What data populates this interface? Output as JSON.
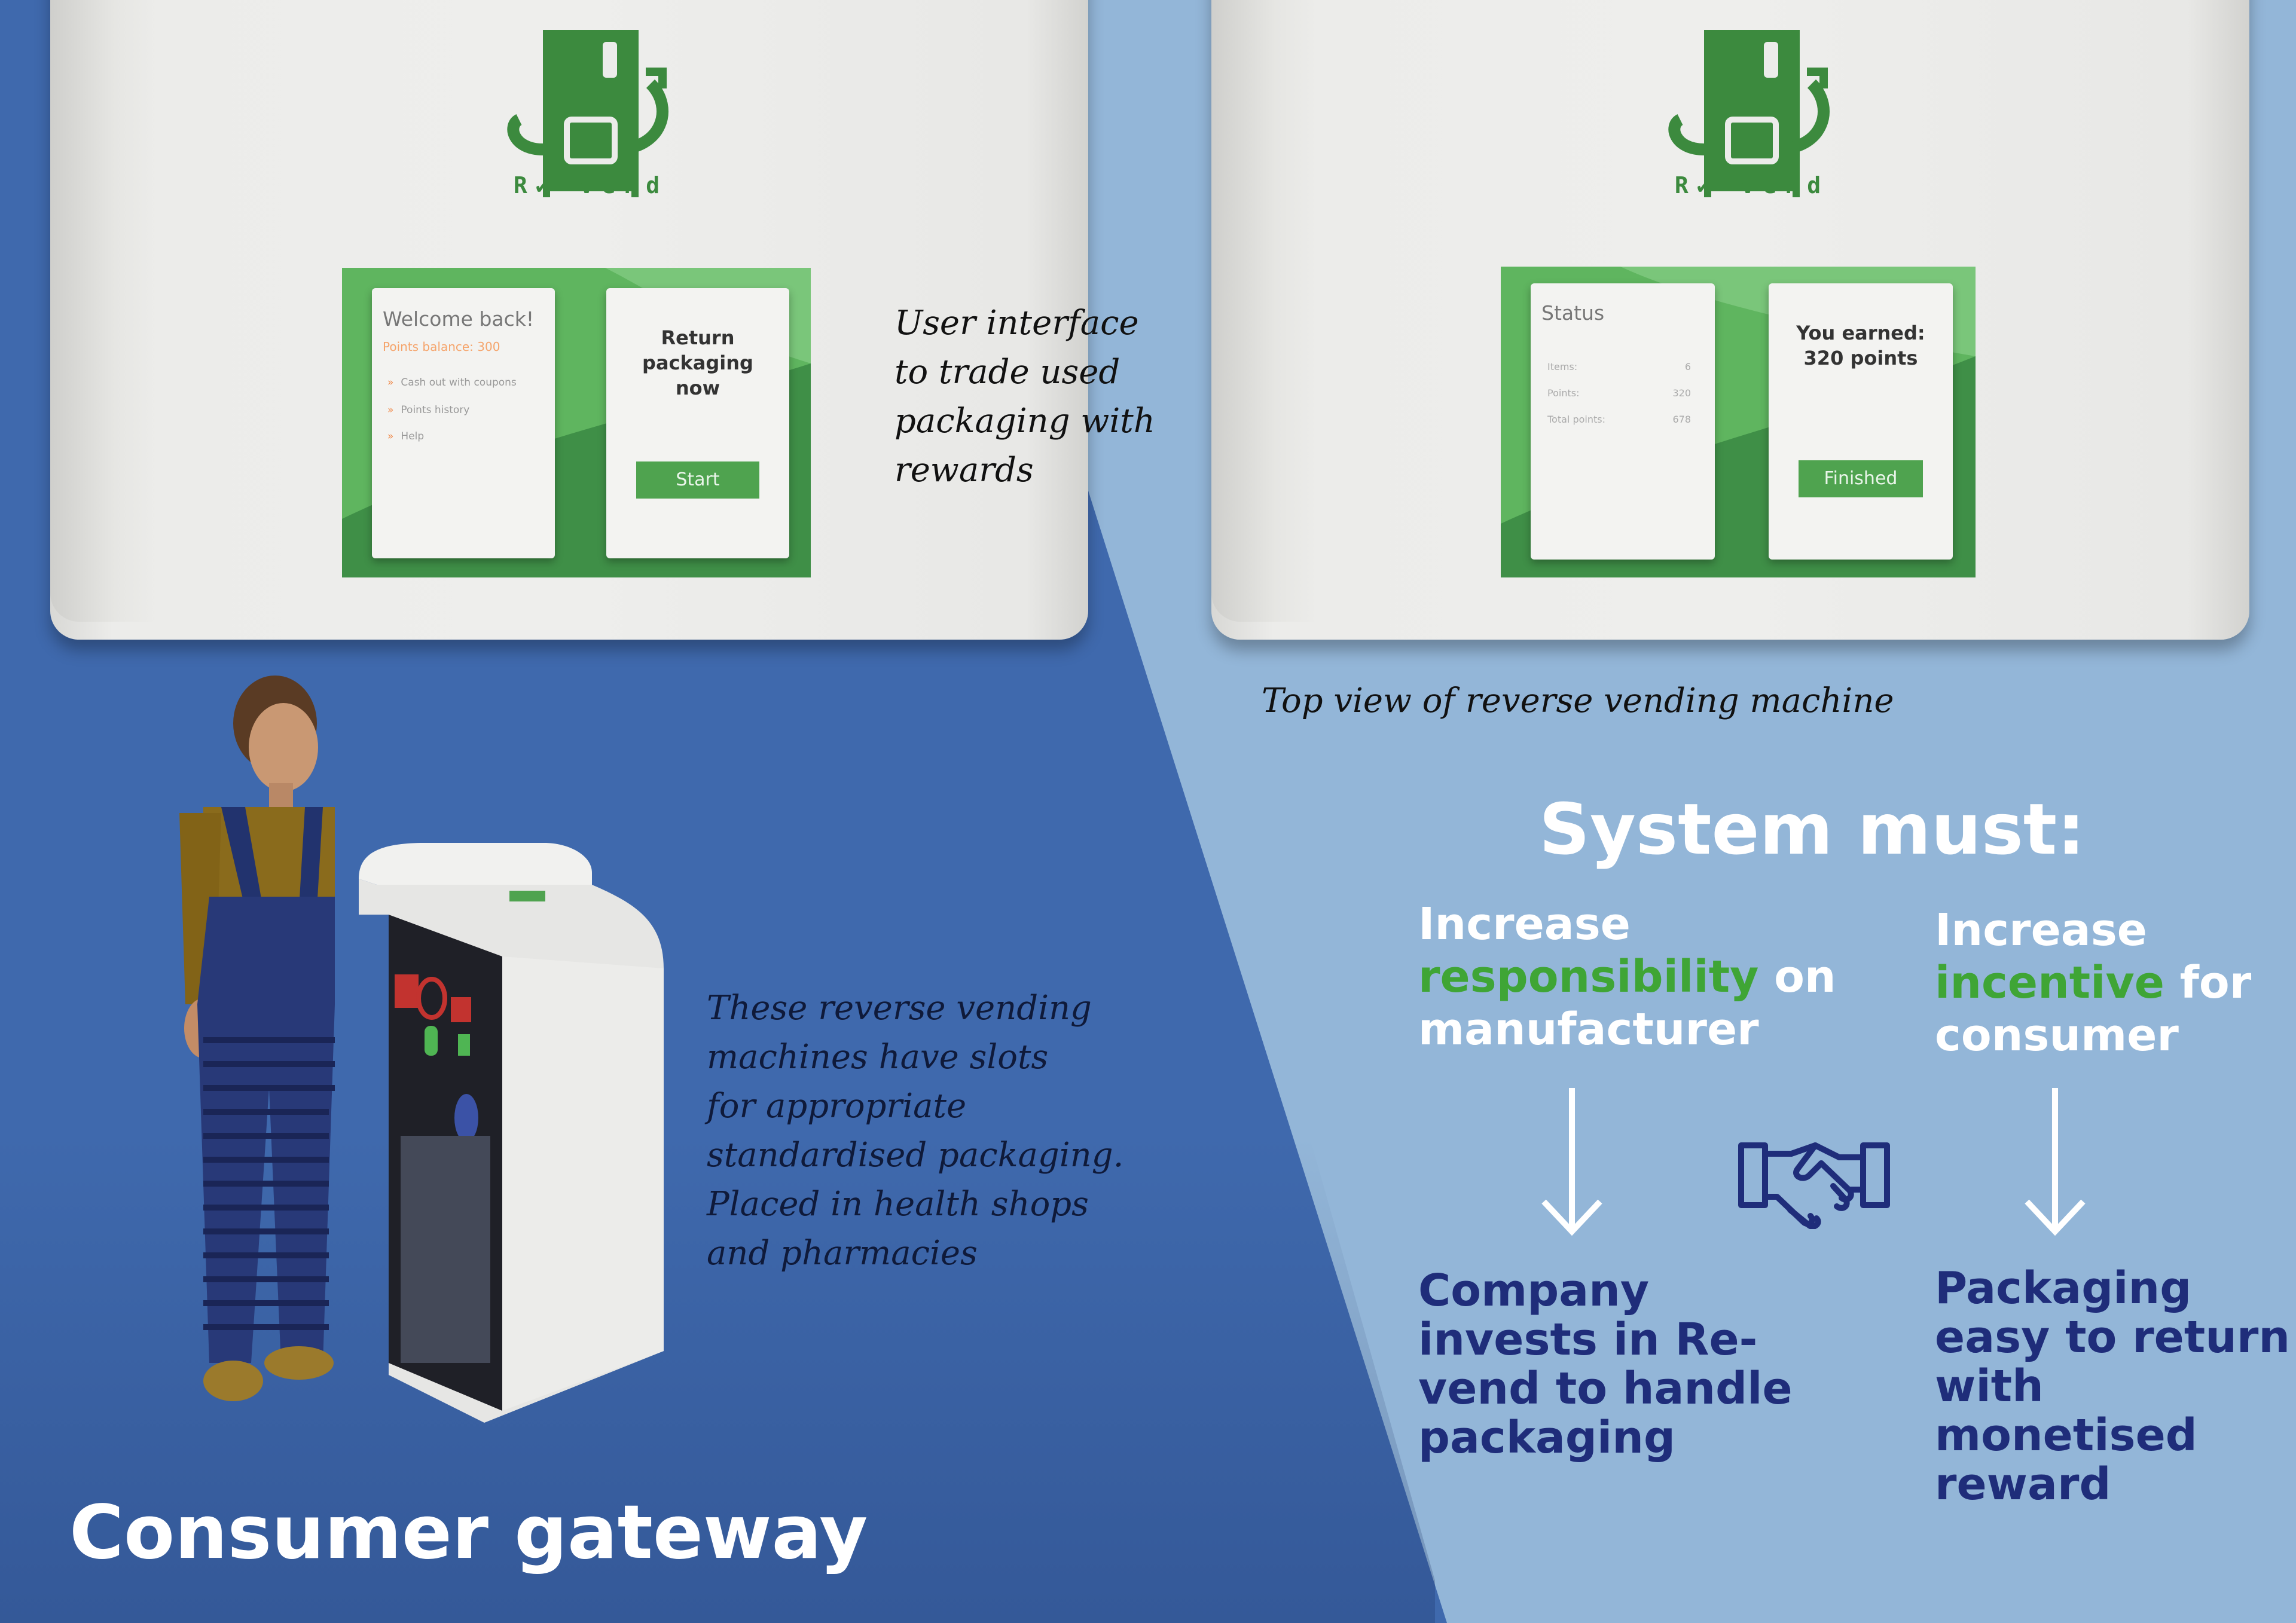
{
  "brand": {
    "logo_text": "R✔-vend",
    "logo_color": "#3c8a3e"
  },
  "screen_left": {
    "welcome_card": {
      "title": "Welcome back!",
      "balance": "Points balance: 300",
      "menu": [
        {
          "label": "Cash out with coupons"
        },
        {
          "label": "Points history"
        },
        {
          "label": "Help"
        }
      ]
    },
    "action_card": {
      "title_line1": "Return",
      "title_line2": "packaging",
      "title_line3": "now",
      "button": "Start"
    }
  },
  "screen_right": {
    "status_card": {
      "title": "Status",
      "rows": [
        {
          "label": "Items:",
          "value": "6"
        },
        {
          "label": "Points:",
          "value": "320"
        },
        {
          "label": "Total points:",
          "value": "678"
        }
      ]
    },
    "earned_card": {
      "line1": "You earned:",
      "line2": "320 points",
      "button": "Finished"
    }
  },
  "captions": {
    "ui_lines": [
      "User interface",
      "to trade used",
      "packaging with",
      "rewards"
    ],
    "top_view": "Top view of reverse vending machine",
    "slots_lines": [
      "These reverse vending",
      "machines have slots",
      "for appropriate",
      "standardised packaging.",
      "Placed in health shops",
      "and pharmacies"
    ]
  },
  "system": {
    "heading": "System must:",
    "left_head": {
      "pre": "Increase",
      "highlight": "responsibility",
      "post": "on",
      "last": "manufacturer"
    },
    "right_head": {
      "pre": "Increase",
      "highlight": "incentive",
      "post": "for",
      "last": "consumer"
    },
    "left_foot": [
      "Company",
      "invests in Re-",
      "vend to handle",
      "packaging"
    ],
    "right_foot": [
      "Packaging",
      "easy to return",
      "with monetised",
      "reward"
    ]
  },
  "footer_title": "Consumer gateway",
  "colors": {
    "dark_blue": "#3f69ad",
    "light_blue": "#93b6d8",
    "green": "#3fa535",
    "navy": "#1f2d7a"
  },
  "icons": [
    "revend-logo-icon",
    "chevron-right-icon",
    "arrow-down-icon",
    "handshake-icon"
  ]
}
